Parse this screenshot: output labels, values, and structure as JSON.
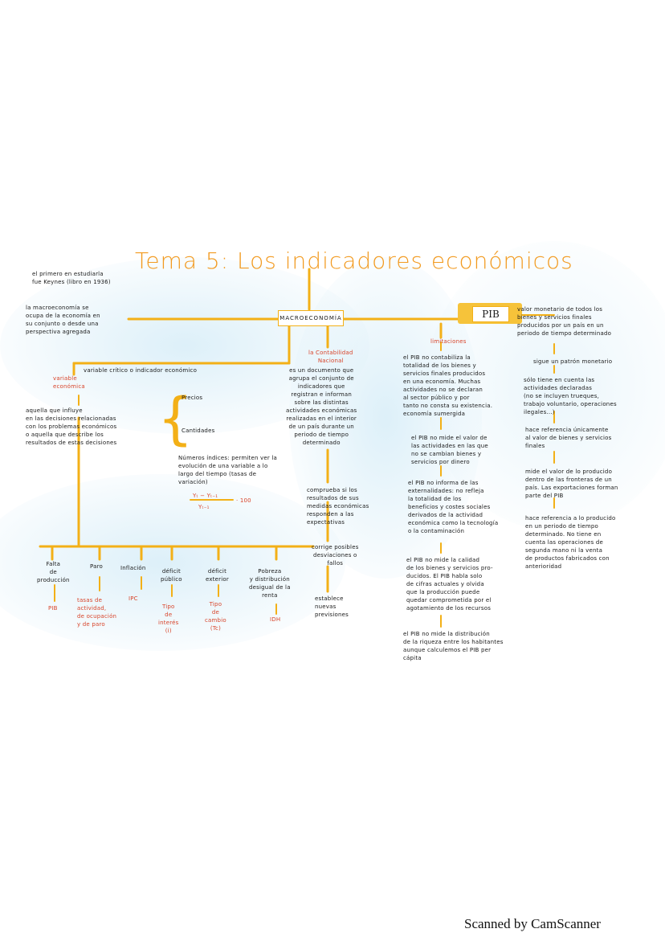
{
  "title": "Tema 5: Los indicadores económicos",
  "center_node": "MACROECONOMÍA",
  "pib_node": "PIB",
  "left": {
    "keynes": "el primero en estudiarla\nfue Keynes (libro en 1936)",
    "macro_def": "la macroeconomía se\nocupa de la economía en\nsu conjunto o desde una\nperspectiva agregada",
    "variable_critico": "variable crítico o indicador económico",
    "variable_label": "variable\neconómica",
    "variable_def": "aquella que influye\nen las decisiones relacionadas\ncon los problemas económicos\no aquella que describe los\nresultados de estas decisiones",
    "precios": "Precios",
    "cantidades": "Cantidades",
    "numeros_indices": "Números índices: permiten ver la\nevolución de una variable a lo\nlargo del tiempo (tasas de\nvariación)",
    "formula_num": "Yₜ − Yₜ₋₁",
    "formula_den": "Yₜ₋₁",
    "formula_mult": "· 100"
  },
  "bottom_items": [
    {
      "top": "Falta\nde\nproducción",
      "bottom": "PIB"
    },
    {
      "top": "Paro",
      "bottom": "tasas de\nactividad,\nde ocupación\ny de paro"
    },
    {
      "top": "Inflación",
      "bottom": "IPC"
    },
    {
      "top": "déficit\npúblico",
      "bottom": "Tipo\nde\ninterés\n(i)"
    },
    {
      "top": "déficit\nexterior",
      "bottom": "Tipo\nde\ncambio\n(Tc)"
    },
    {
      "top": "Pobreza\ny distribución\ndesigual de la\nrenta",
      "bottom": "IDH"
    }
  ],
  "middle": {
    "contabilidad_label": "la Contabilidad\nNacional",
    "contabilidad_def": "es un documento que\nagrupa el conjunto de\nindicadores que\nregistran e informan\nsobre las distintas\nactividades económicas\nrealizadas en el interior\nde un país durante un\nperiodo de tiempo\ndeterminado",
    "comprueba": "comprueba si los\nresultados de sus\nmedidas económicas\nresponden a las\nexpectativas",
    "corrige": "corrige posibles\ndesviaciones o\nfallos",
    "establece": "establece\nnuevas\nprevisiones"
  },
  "pib": {
    "definition": "valor monetario de todos los\nbienes y servicios finales\nproducidos por un país en un\nperiodo de tiempo determinado",
    "limitaciones_label": "limitaciones",
    "limitaciones": [
      "el PIB no contabiliza la\ntotalidad de los bienes y\nservicios finales producidos\nen una economía. Muchas\nactividades no se declaran\nal sector público y por\ntanto no consta su existencia.\neconomía sumergida",
      "el PIB no mide el valor de\nlas actividades en las que\nno se cambian bienes y\nservicios por dinero",
      "el PIB no informa de las\nexternalidades: no refleja\nla totalidad de los\nbeneficios y costes sociales\nderivados de la actividad\neconómica como la tecnología\no la contaminación",
      "el PIB no mide la calidad\nde los bienes y servicios pro-\nducidos. El PIB habla solo\nde cifras actuales y olvida\nque la producción puede\nquedar comprometida por el\nagotamiento de los recursos",
      "el PIB no mide la distribución\nde la riqueza entre los habitantes\naunque calculemos el PIB per\ncápita"
    ],
    "caracteristicas": [
      "sigue un patrón monetario",
      "sólo tiene en cuenta las\nactividades declaradas\n(no se incluyen trueques,\ntrabajo voluntario, operaciones\nilegales...)",
      "hace referencia únicamente\nal valor de bienes y servicios\nfinales",
      "mide el valor de lo producido\ndentro de las fronteras de un\npaís. Las exportaciones forman\nparte del PIB",
      "hace referencia a lo producido\nen un periodo de tiempo\ndeterminado. No tiene en\ncuenta las operaciones de\nsegunda mano ni la venta\nde productos fabricados con\nanterioridad"
    ]
  },
  "footer": "Scanned by CamScanner",
  "colors": {
    "accent": "#f3b017",
    "red": "#d8442a",
    "wash": "#d9eef8"
  }
}
